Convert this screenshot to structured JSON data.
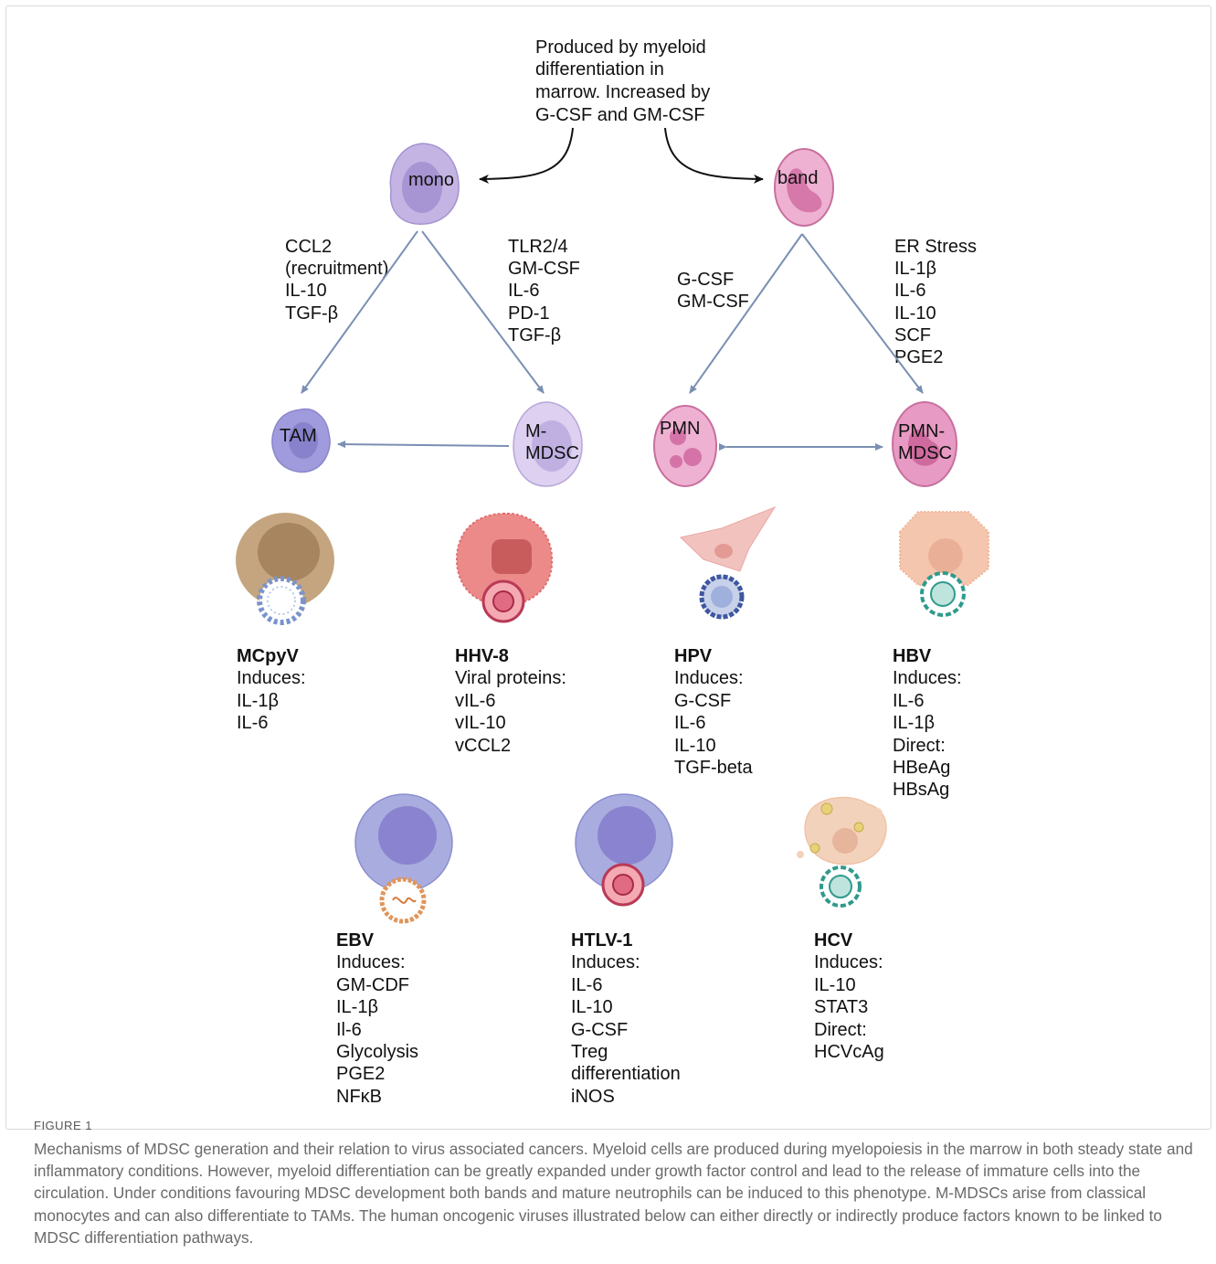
{
  "top_note": [
    "Produced by myeloid",
    "differentiation in",
    "marrow. Increased by",
    "G-CSF and GM-CSF"
  ],
  "cells": {
    "mono": "mono",
    "band": "band",
    "tam": "TAM",
    "m_mdsc": [
      "M-",
      "MDSC"
    ],
    "pmn": "PMN",
    "pmn_mdsc": [
      "PMN-",
      "MDSC"
    ]
  },
  "factors": {
    "mono_to_tam": [
      "CCL2",
      "(recruitment)",
      "IL-10",
      "TGF-β"
    ],
    "mono_to_mmdsc": [
      "TLR2/4",
      "GM-CSF",
      "IL-6",
      "PD-1",
      "TGF-β"
    ],
    "band_to_pmn": [
      "G-CSF",
      "GM-CSF"
    ],
    "band_to_pmnmdsc": [
      "ER Stress",
      "IL-1β",
      "IL-6",
      "IL-10",
      "SCF",
      "PGE2"
    ]
  },
  "viruses": [
    {
      "name": "MCpyV",
      "lines": [
        "Induces:",
        "IL-1β",
        "IL-6"
      ]
    },
    {
      "name": "HHV-8",
      "lines": [
        "Viral proteins:",
        "vIL-6",
        "vIL-10",
        "vCCL2"
      ]
    },
    {
      "name": "HPV",
      "lines": [
        "Induces:",
        "G-CSF",
        "IL-6",
        "IL-10",
        "TGF-beta"
      ]
    },
    {
      "name": "HBV",
      "lines": [
        "Induces:",
        "IL-6",
        "IL-1β",
        "Direct:",
        "HBeAg",
        "HBsAg"
      ]
    },
    {
      "name": "EBV",
      "lines": [
        "Induces:",
        "GM-CDF",
        "IL-1β",
        "Il-6",
        "Glycolysis",
        "PGE2",
        "NFκB"
      ]
    },
    {
      "name": "HTLV-1",
      "lines": [
        "Induces:",
        "IL-6",
        "IL-10",
        "G-CSF",
        "Treg",
        "differentiation",
        "iNOS"
      ]
    },
    {
      "name": "HCV",
      "lines": [
        "Induces:",
        "IL-10",
        "STAT3",
        "Direct:",
        "HCVcAg"
      ]
    }
  ],
  "caption": {
    "label": "FIGURE 1",
    "text": "Mechanisms of MDSC generation and their relation to virus associated cancers. Myeloid cells are produced during myelopoiesis in the marrow in both steady state and inflammatory conditions. However, myeloid differentiation can be greatly expanded under growth factor control and lead to the release of immature cells into the circulation. Under conditions favouring MDSC development both bands and mature neutrophils can be induced to this phenotype. M-MDSCs arise from classical monocytes and can also differentiate to TAMs. The human oncogenic viruses illustrated below can either directly or indirectly produce factors known to be linked to MDSC differentiation pathways."
  },
  "colors": {
    "mono": "#b9a7dd",
    "band": "#e6a3c8",
    "arrow": "#7a8fb3",
    "caption_text": "#6a6a6a"
  }
}
